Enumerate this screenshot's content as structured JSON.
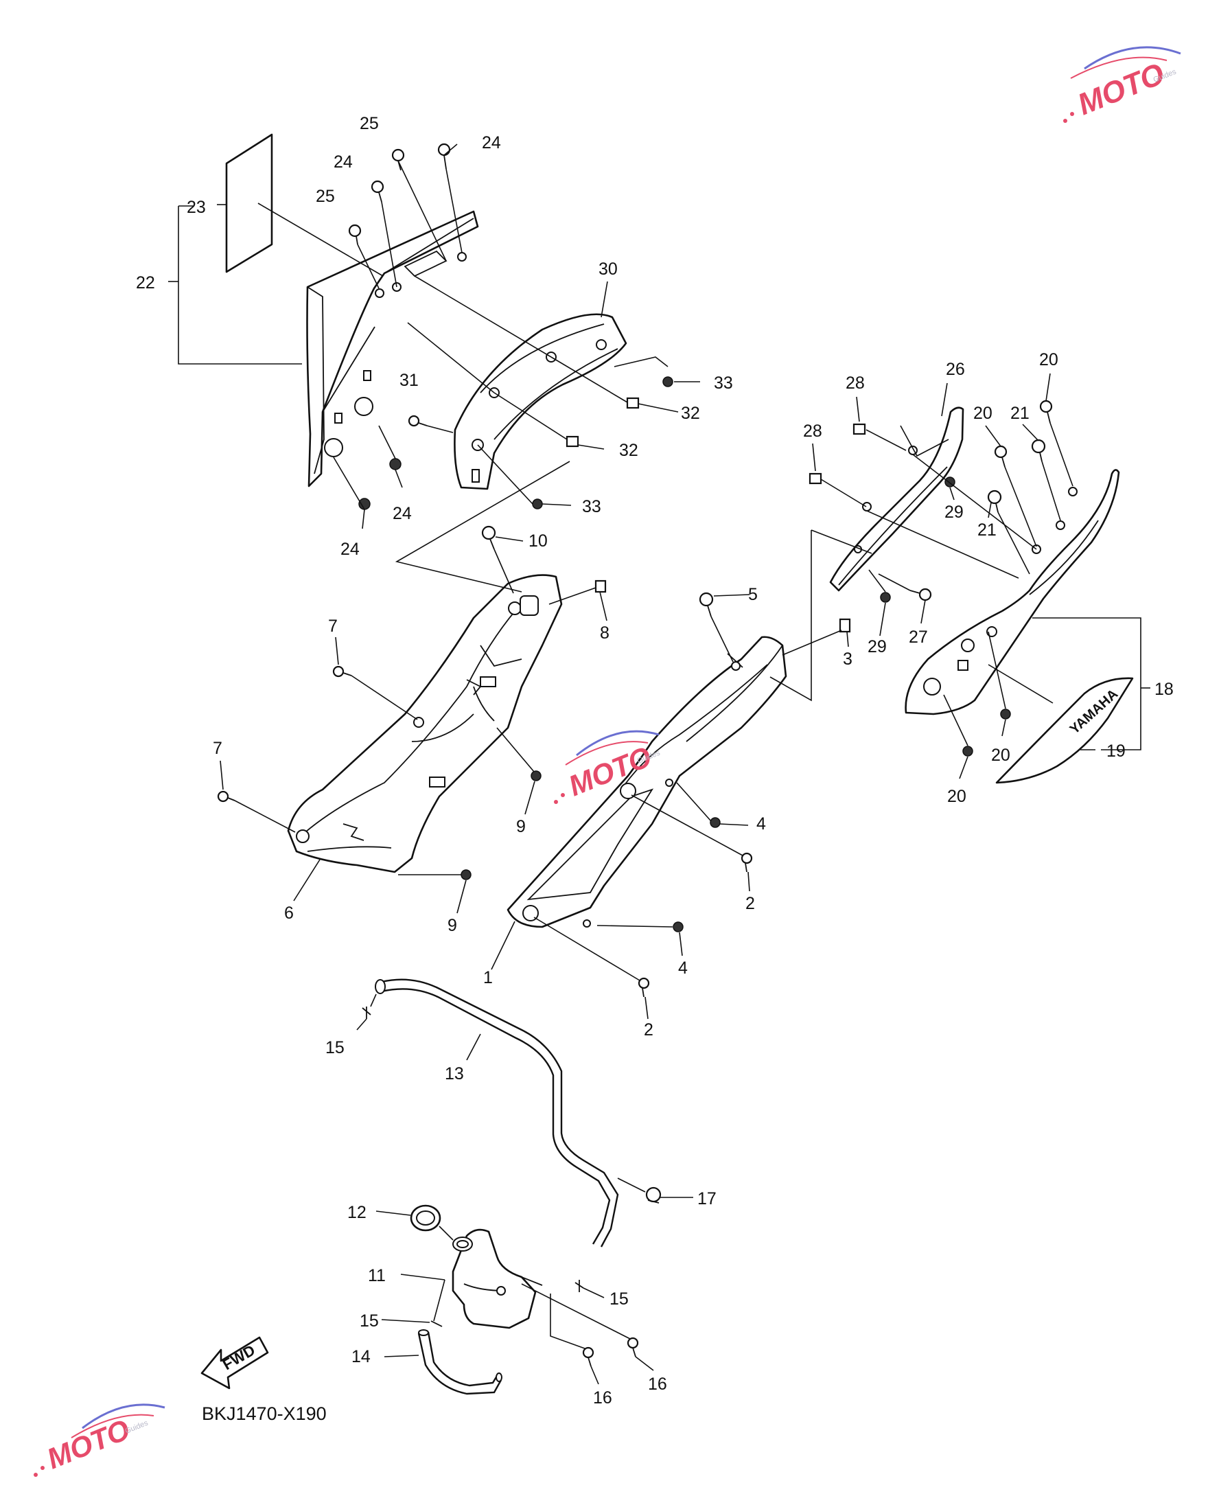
{
  "diagram": {
    "code": "BKJ1470-X190",
    "fwd_label": "FWD",
    "decal_text": "YAMAHA",
    "watermark": {
      "logo_text": "MOTO",
      "small_text": "Guides",
      "colors": {
        "pink": "#e64b6a",
        "blue": "#6a6fd1",
        "gray": "#b8b8c8"
      }
    },
    "callouts": [
      "1",
      "2",
      "2",
      "3",
      "4",
      "4",
      "5",
      "6",
      "7",
      "7",
      "8",
      "9",
      "9",
      "10",
      "11",
      "12",
      "13",
      "14",
      "15",
      "15",
      "15",
      "16",
      "16",
      "17",
      "18",
      "19",
      "20",
      "20",
      "20",
      "20",
      "21",
      "21",
      "22",
      "23",
      "24",
      "24",
      "24",
      "24",
      "25",
      "25",
      "26",
      "27",
      "28",
      "28",
      "29",
      "29",
      "30",
      "31",
      "32",
      "32",
      "33",
      "33"
    ]
  }
}
